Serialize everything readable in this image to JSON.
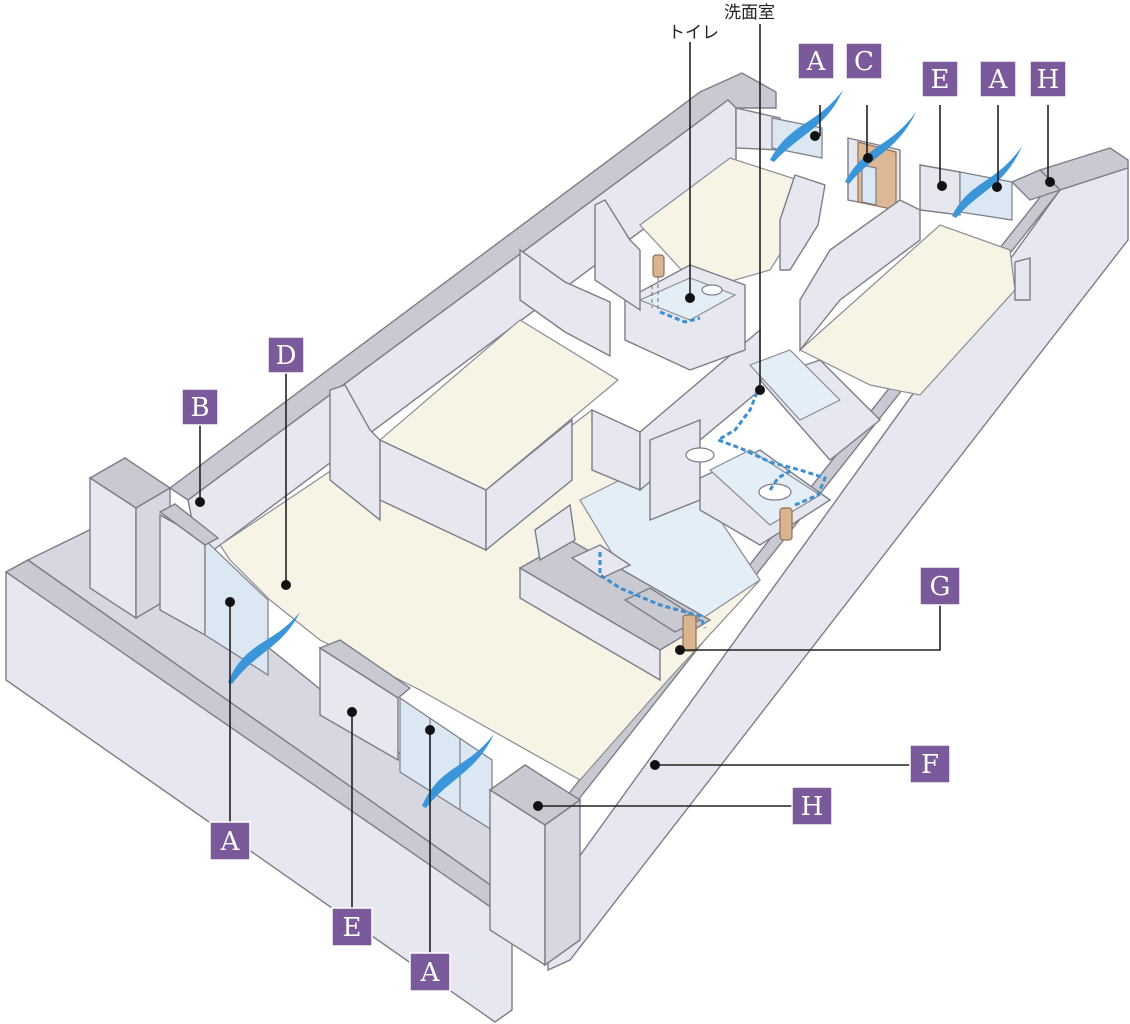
{
  "room_labels": {
    "toilet": "トイレ",
    "washroom": "洗面室"
  },
  "badges": {
    "a_top1": "A",
    "c_top": "C",
    "e_top": "E",
    "a_top2": "A",
    "h_top": "H",
    "d": "D",
    "b": "B",
    "g": "G",
    "f": "F",
    "h_bottom": "H",
    "a_left": "A",
    "e_bottom": "E",
    "a_bottom": "A"
  },
  "colors": {
    "badge_fill": "#7a5a9a",
    "wind_wave": "#3a96d8",
    "floor": "#f7f4e6",
    "wall": "#e7e7f0",
    "pipe": "#d9b48e"
  }
}
